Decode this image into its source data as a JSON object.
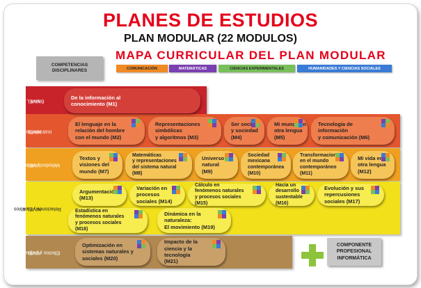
{
  "header": {
    "title": "PLANES DE ESTUDIOS",
    "subtitle": "PLAN MODULAR (22 MODULOS)",
    "map_title": "MAPA CURRICULAR DEL PLAN MODULAR"
  },
  "competencias_box": "COMPETENCIAS\nDISCIPLINARES",
  "legend": [
    {
      "label": "COMUNICACIÓN",
      "color": "#f08a24"
    },
    {
      "label": "MATEMÁTICAS",
      "color": "#7a3fb0"
    },
    {
      "label": "CIENCIAS EXPERIMENTALES",
      "color": "#78be5a"
    },
    {
      "label": "HUMANIDADES Y CIENCIAS SOCIALES",
      "color": "#3a7bd5"
    }
  ],
  "levels": [
    {
      "label_line1": "NIVEL 1",
      "label_line2": "Bases",
      "color": "#c8232a",
      "module_color": "#d43f3a"
    },
    {
      "label_line1": "NIVEL 2",
      "label_line2": "Instrumentos",
      "color": "#e4572e",
      "module_color": "#ee7e4e"
    },
    {
      "label_line1": "NIVEL 3",
      "label_line2": "Métodos y contextos",
      "color": "#f0a020",
      "module_color": "#f6c55a"
    },
    {
      "label_line1": "NIVEL 4",
      "label_line2": "Relaciones y cambios",
      "color": "#f2e01a",
      "module_color": "#f7ec50"
    },
    {
      "label_line1": "NIVEL 5",
      "label_line2": "Efectos y propuestas",
      "color": "#b08850",
      "module_color": "#c9a06a"
    }
  ],
  "modules": [
    {
      "text": "De la información al\nconocimiento (M1)"
    },
    {
      "text": "El lenguaje en la\nrelación del hombre\ncon el mundo (M2)"
    },
    {
      "text": "Representaciones\nsimbólicas\ny algoritmos (M3)"
    },
    {
      "text": "Ser social\ny sociedad\n(M4)"
    },
    {
      "text": "Mi mundo en\notra lengua\n(M5)"
    },
    {
      "text": "Tecnología de\ninformación\ny comunicación (M6)"
    },
    {
      "text": "Textos y\nvisiones del\nmundo (M7)"
    },
    {
      "text": "Matemáticas\ny representaciones\ndel sistema natural\n(M8)"
    },
    {
      "text": "Universo\nnatural\n(M9)"
    },
    {
      "text": "Sociedad\nmexicana\ncontemporánea\n(M10)"
    },
    {
      "text": "Transformaciones\nen el mundo\ncontemporáneo\n(M11)"
    },
    {
      "text": "Mi vida en\notra lengua\n(M12)"
    },
    {
      "text": "Argumentación\n(M13)"
    },
    {
      "text": "Variación en\nprocesos\nsociales (M14)"
    },
    {
      "text": "Cálculo en\nfenómenos naturales\ny procesos sociales\n(M15)"
    },
    {
      "text": "Hacia un\ndesarrollo\nsustentable\n(M16)"
    },
    {
      "text": "Evolución y sus\nrepercusiones\nsociales (M17)"
    },
    {
      "text": "Estadística en\nfenómenos naturales\ny procesos sociales\n(M18)"
    },
    {
      "text": "Dinámica en la\nnaturaleza:\nEl movimiento (M19)"
    },
    {
      "text": "Optimización en\nsistemas naturales y\nsociales (M20)"
    },
    {
      "text": "Impacto de la\nciencia y la\ntecnología\n(M21)"
    }
  ],
  "professional_component": "COMPONENTE\nPROFESIONAL\nINFORMÁTICA"
}
